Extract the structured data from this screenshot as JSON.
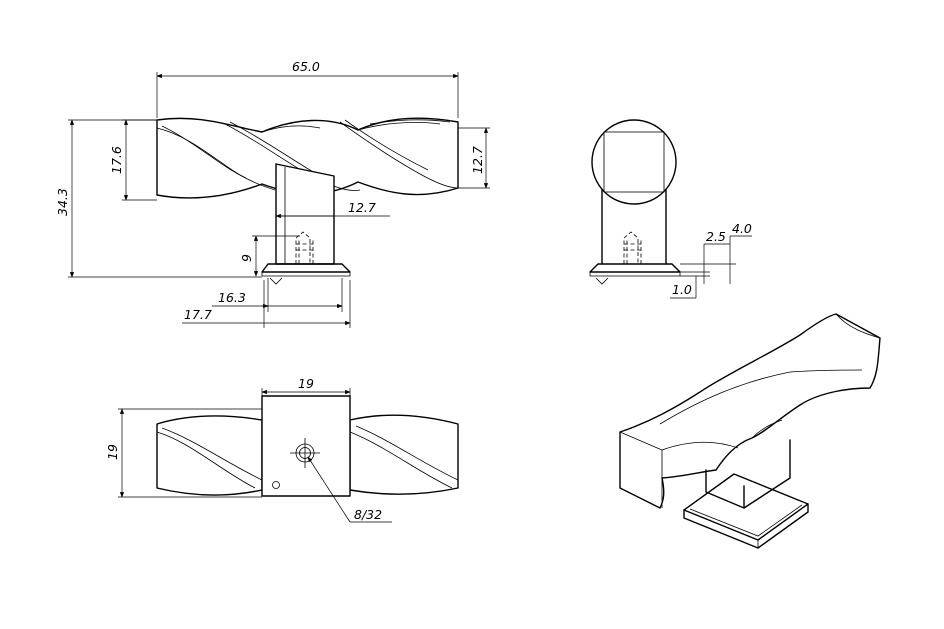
{
  "dimensions": {
    "overall_length": "65.0",
    "knob_height_front": "17.6",
    "knob_height_back": "12.7",
    "total_height": "34.3",
    "stem_width": "12.7",
    "thread_depth": "9",
    "flange_inner": "16.3",
    "flange_outer": "17.7",
    "side_a": "2.5",
    "side_b": "4.0",
    "side_c": "1.0",
    "bottom_width": "19",
    "bottom_height": "19",
    "thread_spec": "8/32"
  }
}
